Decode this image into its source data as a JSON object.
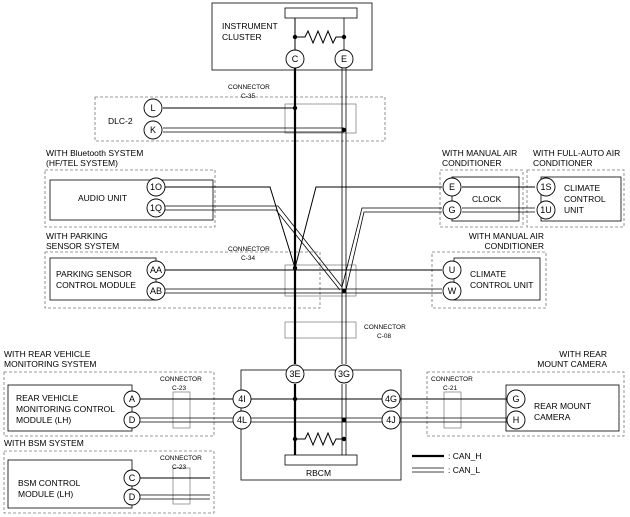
{
  "diagram": {
    "instrument_cluster": {
      "label_line1": "INSTRUMENT",
      "label_line2": "CLUSTER",
      "pin_c": "C",
      "pin_e": "E"
    },
    "dlc2": {
      "label": "DLC-2",
      "pin_l": "L",
      "pin_k": "K"
    },
    "connector_c35": {
      "line1": "CONNECTOR",
      "line2": "C-35"
    },
    "bluetooth_group": {
      "line1": "WITH Bluetooth SYSTEM",
      "line2": "(HF/TEL SYSTEM)"
    },
    "audio_unit": {
      "label": "AUDIO UNIT",
      "pin_1o": "1O",
      "pin_1q": "1Q"
    },
    "manual_ac_group_top": {
      "line1": "WITH MANUAL AIR",
      "line2": "CONDITIONER"
    },
    "full_auto_ac_group": {
      "line1": "WITH FULL-AUTO AIR",
      "line2": "CONDITIONER"
    },
    "clock": {
      "label": "CLOCK",
      "pin_e": "E",
      "pin_g": "G"
    },
    "climate_control_unit_top": {
      "line1": "CLIMATE",
      "line2": "CONTROL",
      "line3": "UNIT",
      "pin_1s": "1S",
      "pin_1u": "1U"
    },
    "parking_group": {
      "line1": "WITH PARKING",
      "line2": "SENSOR SYSTEM"
    },
    "connector_c34": {
      "line1": "CONNECTOR",
      "line2": "C-34"
    },
    "parking_module": {
      "line1": "PARKING SENSOR",
      "line2": "CONTROL MODULE",
      "pin_aa": "AA",
      "pin_ab": "AB"
    },
    "manual_ac_group_mid": {
      "line1": "WITH MANUAL AIR",
      "line2": "CONDITIONER"
    },
    "climate_control_unit_mid": {
      "line1": "CLIMATE",
      "line2": "CONTROL UNIT",
      "pin_u": "U",
      "pin_w": "W"
    },
    "connector_c08": {
      "line1": "CONNECTOR",
      "line2": "C-08"
    },
    "rear_monitoring_group": {
      "line1": "WITH REAR VEHICLE",
      "line2": "MONITORING SYSTEM"
    },
    "rear_monitoring_module": {
      "line1": "REAR VEHICLE",
      "line2": "MONITORING CONTROL",
      "line3": "MODULE (LH)",
      "pin_a": "A",
      "pin_d": "D"
    },
    "connector_c23_top": {
      "line1": "CONNECTOR",
      "line2": "C-23"
    },
    "rbcm": {
      "label": "RBCM",
      "pin_3e": "3E",
      "pin_3g": "3G",
      "pin_4i": "4I",
      "pin_4l": "4L",
      "pin_4g": "4G",
      "pin_4j": "4J"
    },
    "rear_camera_group": {
      "line1": "WITH REAR",
      "line2": "MOUNT CAMERA"
    },
    "connector_c21": {
      "line1": "CONNECTOR",
      "line2": "C-21"
    },
    "rear_camera": {
      "line1": "REAR MOUNT",
      "line2": "CAMERA",
      "pin_g": "G",
      "pin_h": "H"
    },
    "bsm_group": {
      "line1": "WITH BSM SYSTEM"
    },
    "connector_c23_bottom": {
      "line1": "CONNECTOR",
      "line2": "C-23"
    },
    "bsm_module": {
      "line1": "BSM CONTROL",
      "line2": "MODULE (LH)",
      "pin_c": "C",
      "pin_d": "D"
    },
    "legend": {
      "can_h": ": CAN_H",
      "can_l": ": CAN_L"
    }
  }
}
